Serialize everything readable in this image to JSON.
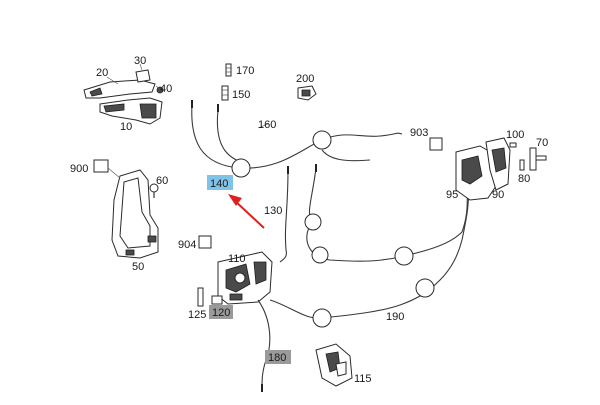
{
  "diagram": {
    "labels": {
      "p20": "20",
      "p30": "30",
      "p40": "40",
      "p10": "10",
      "p170": "170",
      "p150": "150",
      "p200": "200",
      "p160": "160",
      "p900": "900",
      "p60": "60",
      "p50": "50",
      "p140": "140",
      "p130": "130",
      "p904": "904",
      "p110": "110",
      "p125": "125",
      "p120": "120",
      "p180": "180",
      "p115": "115",
      "p190": "190",
      "p903": "903",
      "p100": "100",
      "p70": "70",
      "p95": "95",
      "p90": "90",
      "p80": "80"
    },
    "colors": {
      "highlight_blue": "#7fc4e8",
      "highlight_gray": "#9a9a9a",
      "arrow": "#e02020"
    }
  }
}
